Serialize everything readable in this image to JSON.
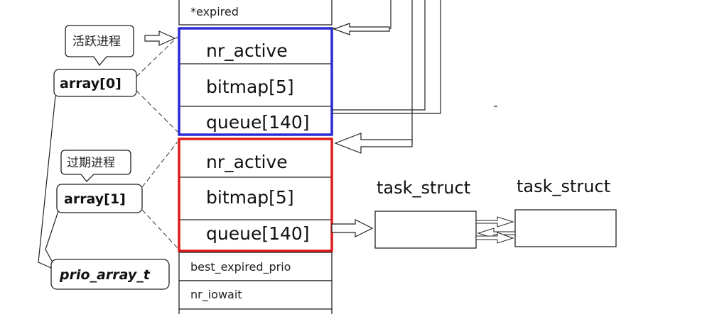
{
  "struct_fields": {
    "expired": "*expired",
    "best_expired_prio": "best_expired_prio",
    "nr_iowait": "nr_iowait"
  },
  "active_array": {
    "nr_active": "nr_active",
    "bitmap": "bitmap[5]",
    "queue": "queue[140]",
    "color": "#2a2ad6"
  },
  "expired_array": {
    "nr_active": "nr_active",
    "bitmap": "bitmap[5]",
    "queue": "queue[140]",
    "color": "#e01a1a"
  },
  "labels": {
    "active_process": "活跃进程",
    "array0": "array[0]",
    "expired_process": "过期进程",
    "array1": "array[1]",
    "prio_array_t": "prio_array_t"
  },
  "task_structs": {
    "first": "task_struct",
    "second": "task_struct"
  }
}
